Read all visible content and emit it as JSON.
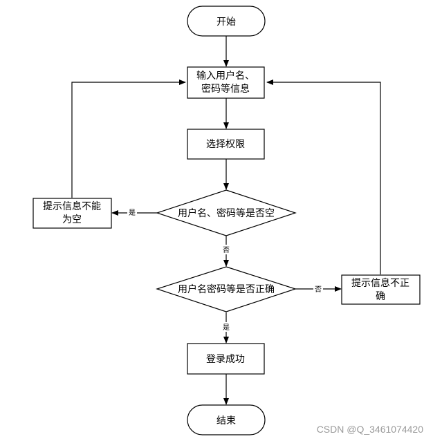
{
  "flowchart": {
    "start": "开始",
    "input": [
      "输入用户名、",
      "密码等信息"
    ],
    "select_permission": "选择权限",
    "check_empty": "用户名、密码等是否空",
    "empty_message": [
      "提示信息不能",
      "为空"
    ],
    "check_correct": "用户名密码等是否正确",
    "incorrect_message": [
      "提示信息不正",
      "确"
    ],
    "login_success": "登录成功",
    "end": "结束",
    "edge_yes": "是",
    "edge_no": "否"
  },
  "watermark": "CSDN @Q_3461074420"
}
